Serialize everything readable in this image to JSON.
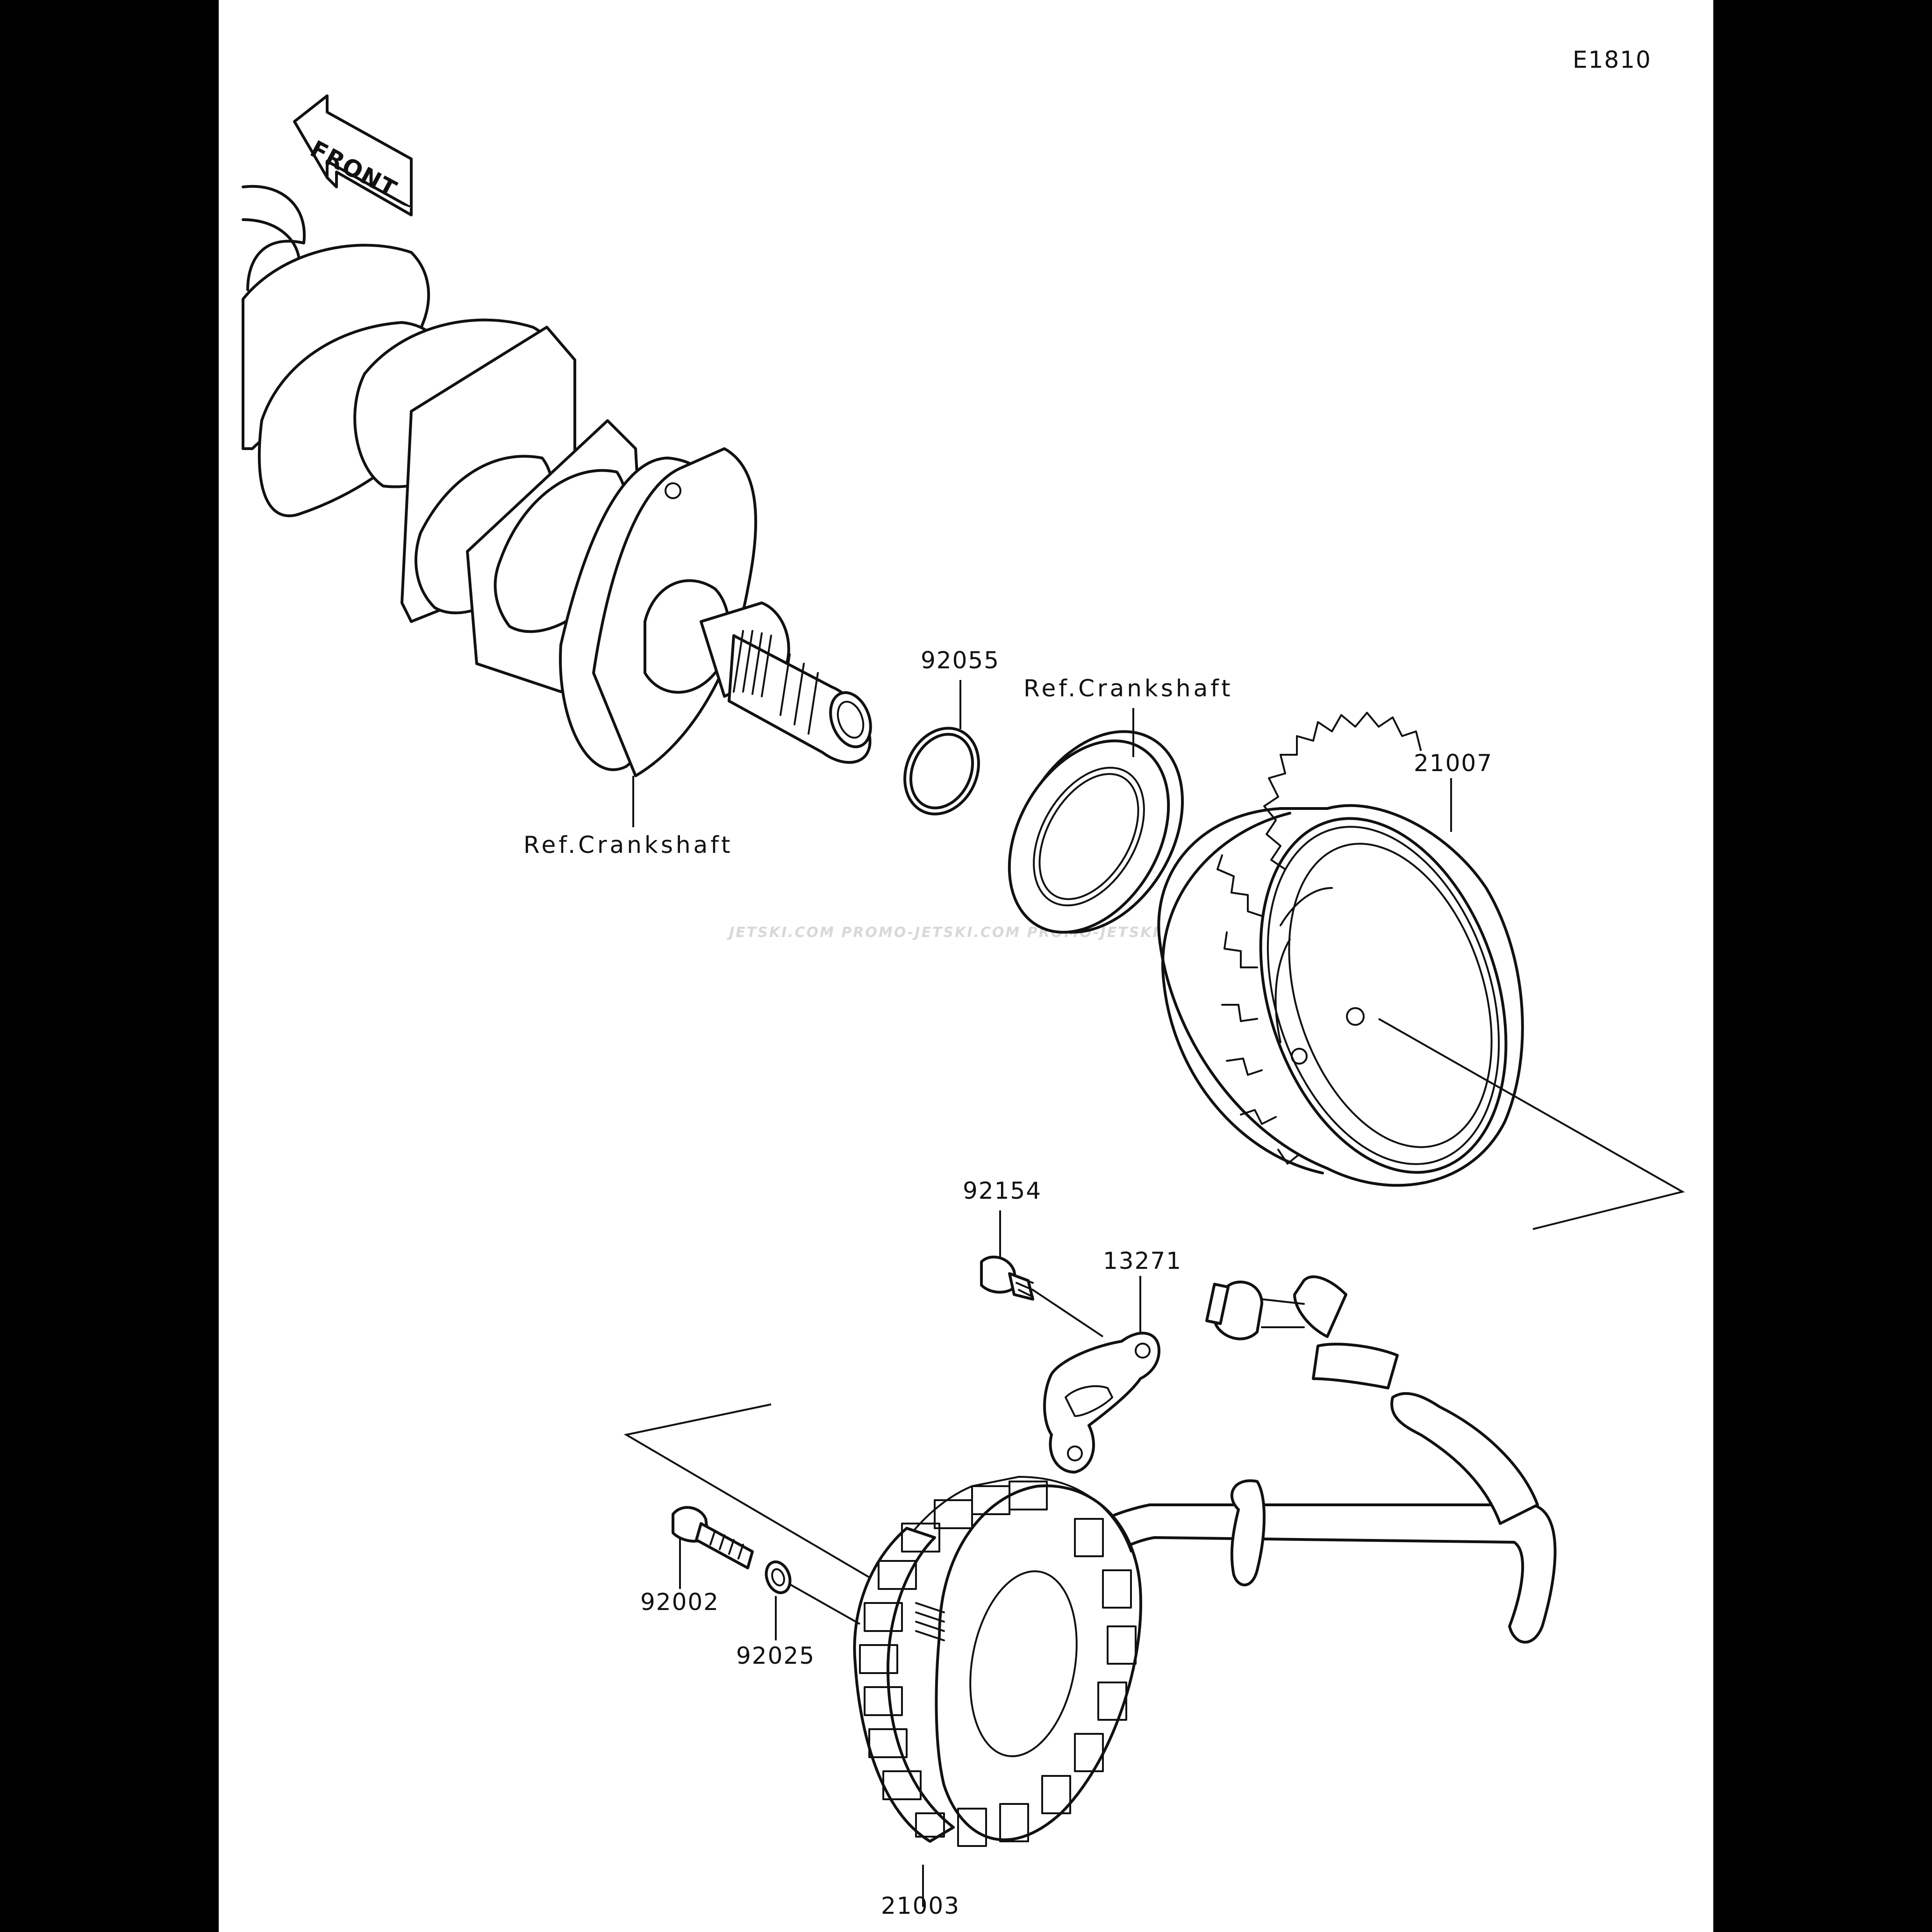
{
  "diagram": {
    "code": "E1810",
    "front_arrow_label": "FRONT",
    "watermark": "JETSKI.COM  PROMO-JETSKI.COM  PROMO-JETSKI.COM",
    "callouts": {
      "o_ring": "92055",
      "ref_crankshaft_top": "Ref.Crankshaft",
      "ref_crankshaft_bottom": "Ref.Crankshaft",
      "rotor": "21007",
      "bolt_top": "92154",
      "plate": "13271",
      "bolt_stator": "92002",
      "washer": "92025",
      "stator": "21003"
    }
  }
}
